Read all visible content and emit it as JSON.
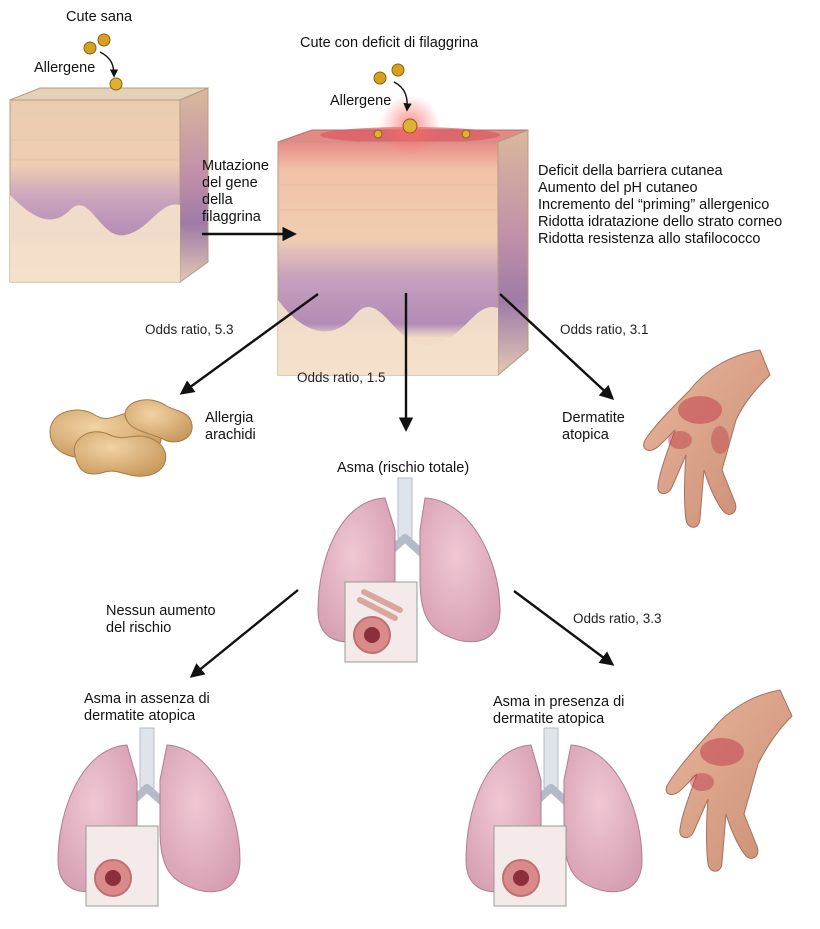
{
  "healthy_skin": {
    "title": "Cute sana",
    "allergen": "Allergene"
  },
  "deficient_skin": {
    "title": "Cute con deficit di filaggrina",
    "allergen": "Allergene"
  },
  "mutation_label": [
    "Mutazione",
    "del gene",
    "della",
    "filaggrina"
  ],
  "effects": [
    "Deficit della barriera cutanea",
    "Aumento del pH cutaneo",
    "Incremento del “priming” allergenico",
    "Ridotta idratazione dello strato corneo",
    "Ridotta resistenza allo stafilococco"
  ],
  "outcomes": {
    "peanut": {
      "odds": "Odds ratio, 5.3",
      "label": [
        "Allergia",
        "arachidi"
      ]
    },
    "asthma_total": {
      "odds": "Odds ratio, 1.5",
      "label": "Asma (rischio totale)"
    },
    "dermatitis": {
      "odds": "Odds ratio, 3.1",
      "label": [
        "Dermatite",
        "atopica"
      ]
    },
    "asthma_without": {
      "odds": [
        "Nessun aumento",
        "del rischio"
      ],
      "label": [
        "Asma in assenza di",
        "dermatite atopica"
      ]
    },
    "asthma_with": {
      "odds": "Odds ratio, 3.3",
      "label": [
        "Asma in presenza di",
        "dermatite atopica"
      ]
    }
  },
  "colors": {
    "skin_surface": "#e6d3b8",
    "epidermis": "#f0c9ac",
    "basal_layer": "#b08ab4",
    "dermis": "#f5dcc4",
    "inflamed": "#d85a64",
    "lung": "#e3b3c3",
    "allergen": "#d8a020",
    "arrow": "#111111"
  }
}
